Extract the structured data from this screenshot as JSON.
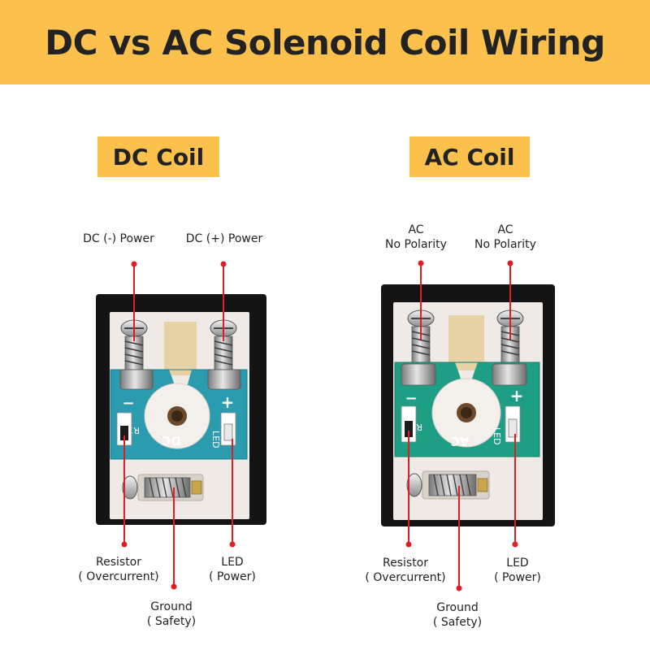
{
  "title": "DC vs AC Solenoid Coil Wiring",
  "colors": {
    "accent": "#fcc14c",
    "callout": "#e01c24",
    "housing": "#141414",
    "pcb_dc": "#2b9bb0",
    "pcb_ac": "#1f9e86"
  },
  "dc": {
    "heading": "DC Coil",
    "top_left_label": "DC (-)   Power",
    "top_right_label": "DC (+)   Power",
    "pcb_minus": "−",
    "pcb_plus": "+",
    "pcb_r1": "R1",
    "pcb_type": "DC",
    "pcb_led": "LED",
    "resistor_label": "Resistor",
    "resistor_sub": "( Overcurrent)",
    "ground_label": "Ground",
    "ground_sub": "( Safety)",
    "led_label": "LED",
    "led_sub": "( Power)"
  },
  "ac": {
    "heading": "AC Coil",
    "top_left_label": "AC",
    "top_left_sub": "No Polarity",
    "top_right_label": "AC",
    "top_right_sub": "No Polarity",
    "pcb_minus": "−",
    "pcb_plus": "+",
    "pcb_r1": "R1",
    "pcb_type": "AC",
    "pcb_led": "LED",
    "resistor_label": "Resistor",
    "resistor_sub": "( Overcurrent)",
    "ground_label": "Ground",
    "ground_sub": "( Safety)",
    "led_label": "LED",
    "led_sub": "( Power)"
  }
}
